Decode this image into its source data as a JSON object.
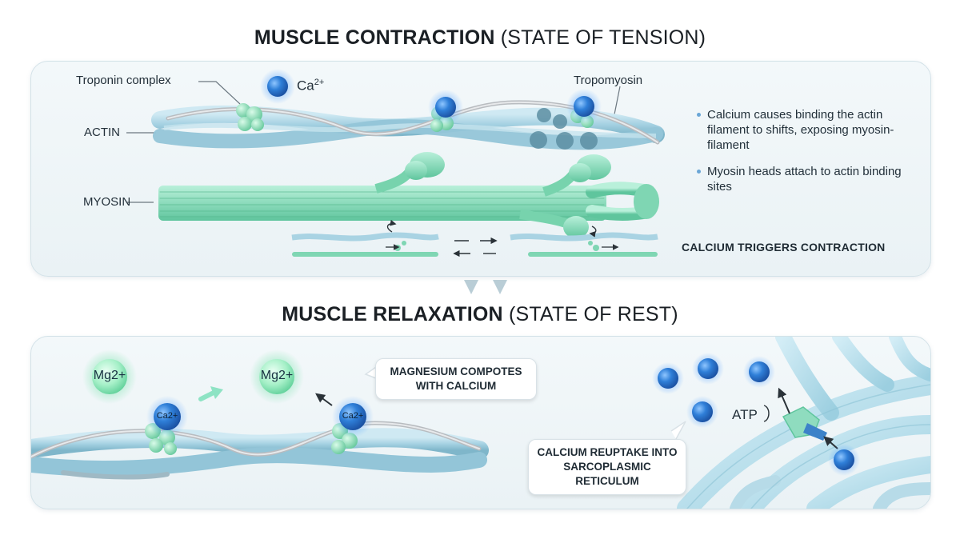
{
  "top": {
    "title_bold": "MUSCLE CONTRACTION",
    "title_light": "(STATE OF TENSION)",
    "labels": {
      "troponin": "Troponin complex",
      "calcium_ion": "Ca",
      "calcium_charge": "2+",
      "tropomyosin": "Tropomyosin",
      "actin": "ACTIN",
      "myosin": "MYOSIN"
    },
    "bullets": [
      "Calcium causes binding the actin filament to shifts, exposing myosin-filament",
      "Myosin heads attach to actin binding sites"
    ],
    "trigger_caption": "CALCIUM TRIGGERS CONTRACTION"
  },
  "bottom": {
    "title_bold": "MUSCLE RELAXATION",
    "title_light": "(STATE OF REST)",
    "ions": {
      "mg_1": "Mg2+",
      "mg_2": "Mg2+",
      "ca_1": "Ca2+",
      "ca_2": "Ca2+"
    },
    "callout_magnesium": "MAGNESIUM COMPOTES WITH CALCIUM",
    "callout_reuptake": "CALCIUM REUPTAKE INTO SARCOPLASMIC RETICULUM",
    "atp_label": "ATP"
  },
  "colors": {
    "actin": "#a9d3e3",
    "myosin": "#8fdcbf",
    "calcium": "#2f7fd8",
    "magnesium": "#7fe3b0",
    "tropomyosin": "#b8bcc0",
    "reticulum": "#b7dbe8"
  }
}
